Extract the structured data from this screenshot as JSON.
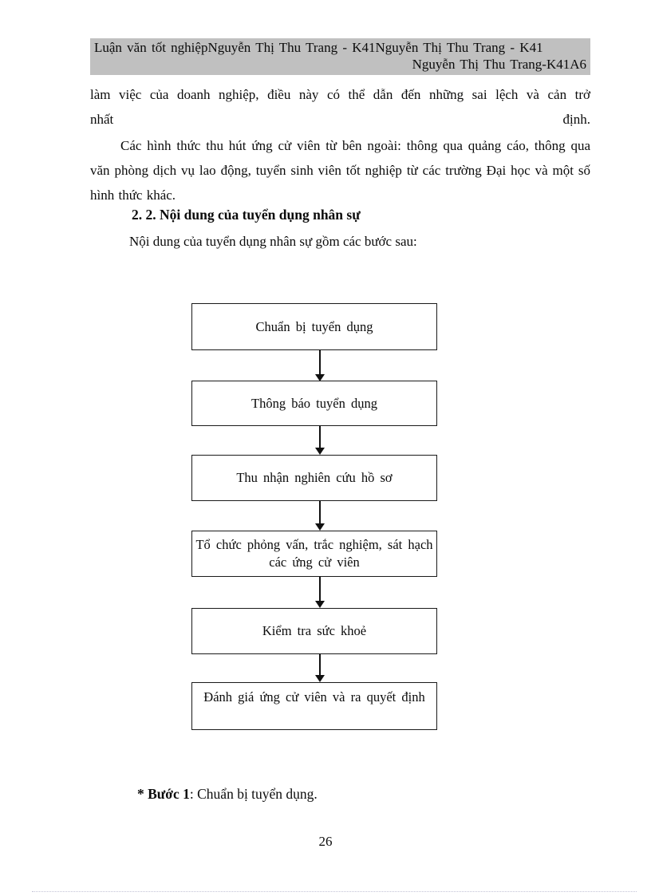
{
  "header": {
    "line1": "Luận văn tốt nghiệpNguyễn Thị Thu Trang - K41Nguyễn Thị Thu Trang - K41",
    "line2": "Nguyễn Thị Thu Trang-K41A6"
  },
  "body": {
    "p1_line1": "làm việc của doanh nghiệp, điều này có thể dẫn đến những sai lệch và cản trở",
    "p1_left": "nhất",
    "p1_right": "định.",
    "p2": "Các hình thức thu hút ứng cử viên từ bên ngoài: thông qua quảng cáo, thông qua văn phòng dịch vụ lao động, tuyển sinh viên tốt nghiệp từ các trường Đại học và một số hình thức khác.",
    "heading": "2. 2. Nội dung của tuyển dụng nhân sự",
    "intro": "Nội dung của tuyển dụng nhân sự gồm các bước sau:"
  },
  "flowchart": {
    "steps": [
      {
        "label": "Chuẩn bị tuyển dụng"
      },
      {
        "label": "Thông báo tuyển dụng"
      },
      {
        "label": "Thu nhận nghiên cứu hồ sơ"
      },
      {
        "label": "Tổ chức phỏng vấn, trắc nghiệm,  sát hạch\ncác ứng cử viên"
      },
      {
        "label": "Kiểm tra sức khoẻ"
      },
      {
        "label": "Đánh giá ứng cử viên và ra quyết định"
      }
    ]
  },
  "footer_note": {
    "bold": "* Bước 1",
    "rest": ": Chuẩn bị tuyển dụng."
  },
  "page_number": "26",
  "colors": {
    "header_bg": "#c0c0c0",
    "text": "#000000",
    "box_border": "#1a1a1a"
  }
}
